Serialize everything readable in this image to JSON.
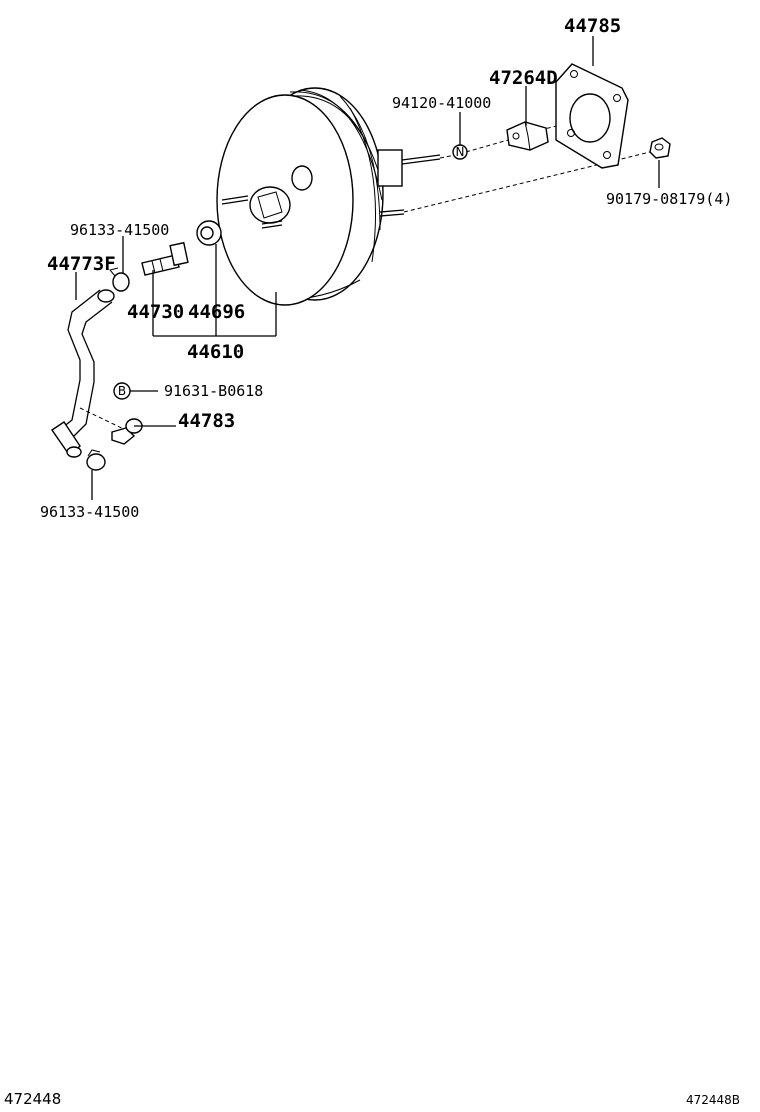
{
  "diagram": {
    "labels": {
      "p44785": "44785",
      "p47264d": "47264D",
      "p94120": "94120-41000",
      "p90179": "90179-08179(4)",
      "p96133_top": "96133-41500",
      "p44773f": "44773F",
      "p44730": "44730",
      "p44696": "44696",
      "p44610": "44610",
      "p91631": "91631-B0618",
      "p44783": "44783",
      "p96133_bottom": "96133-41500"
    },
    "markers": {
      "n": "N",
      "b": "B"
    },
    "footer": {
      "left": "472448",
      "right": "472448B"
    }
  }
}
